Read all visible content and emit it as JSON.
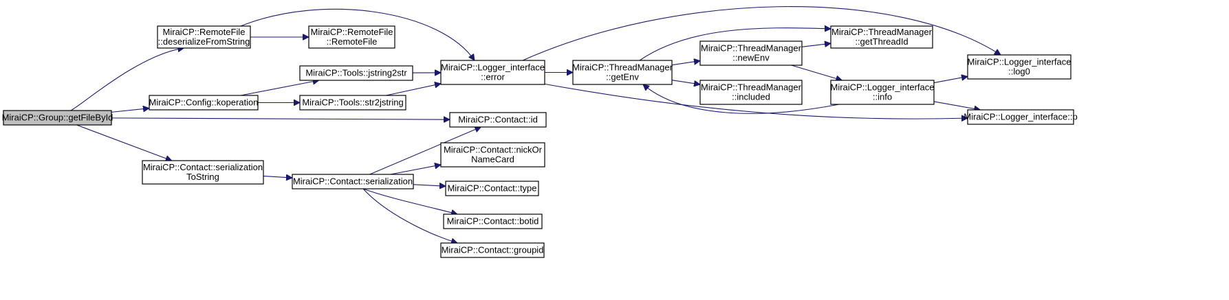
{
  "nodes": [
    {
      "id": "root",
      "lines": [
        "MiraiCP::Group::getFileById"
      ],
      "root": true
    },
    {
      "id": "deserialize",
      "lines": [
        "MiraiCP::RemoteFile",
        "::deserializeFromString"
      ]
    },
    {
      "id": "remotefile",
      "lines": [
        "MiraiCP::RemoteFile",
        "::RemoteFile"
      ]
    },
    {
      "id": "koperation",
      "lines": [
        "MiraiCP::Config::koperation"
      ]
    },
    {
      "id": "jstring2str",
      "lines": [
        "MiraiCP::Tools::jstring2str"
      ]
    },
    {
      "id": "str2jstring",
      "lines": [
        "MiraiCP::Tools::str2jstring"
      ]
    },
    {
      "id": "error",
      "lines": [
        "MiraiCP::Logger_interface",
        "::error"
      ]
    },
    {
      "id": "getEnv",
      "lines": [
        "MiraiCP::ThreadManager",
        "::getEnv"
      ]
    },
    {
      "id": "newEnv",
      "lines": [
        "MiraiCP::ThreadManager",
        "::newEnv"
      ]
    },
    {
      "id": "getThreadId",
      "lines": [
        "MiraiCP::ThreadManager",
        "::getThreadId"
      ]
    },
    {
      "id": "included",
      "lines": [
        "MiraiCP::ThreadManager",
        "::included"
      ]
    },
    {
      "id": "info",
      "lines": [
        "MiraiCP::Logger_interface",
        "::info"
      ]
    },
    {
      "id": "log0",
      "lines": [
        "MiraiCP::Logger_interface",
        "::log0"
      ]
    },
    {
      "id": "p",
      "lines": [
        "MiraiCP::Logger_interface::p"
      ]
    },
    {
      "id": "cid",
      "lines": [
        "MiraiCP::Contact::id"
      ]
    },
    {
      "id": "nick",
      "lines": [
        "MiraiCP::Contact::nickOr",
        "NameCard"
      ]
    },
    {
      "id": "serToString",
      "lines": [
        "MiraiCP::Contact::serialization",
        "ToString"
      ]
    },
    {
      "id": "ser",
      "lines": [
        "MiraiCP::Contact::serialization"
      ]
    },
    {
      "id": "ctype",
      "lines": [
        "MiraiCP::Contact::type"
      ]
    },
    {
      "id": "botid",
      "lines": [
        "MiraiCP::Contact::botid"
      ]
    },
    {
      "id": "groupid",
      "lines": [
        "MiraiCP::Contact::groupid"
      ]
    }
  ],
  "edges": [
    [
      "root",
      "deserialize"
    ],
    [
      "root",
      "koperation"
    ],
    [
      "root",
      "cid"
    ],
    [
      "root",
      "serToString"
    ],
    [
      "deserialize",
      "remotefile"
    ],
    [
      "deserialize",
      "error"
    ],
    [
      "koperation",
      "jstring2str"
    ],
    [
      "koperation",
      "str2jstring"
    ],
    [
      "jstring2str",
      "error"
    ],
    [
      "str2jstring",
      "error"
    ],
    [
      "error",
      "getEnv"
    ],
    [
      "error",
      "log0"
    ],
    [
      "error",
      "p"
    ],
    [
      "getEnv",
      "getThreadId"
    ],
    [
      "getEnv",
      "newEnv"
    ],
    [
      "getEnv",
      "included"
    ],
    [
      "newEnv",
      "getThreadId"
    ],
    [
      "newEnv",
      "info"
    ],
    [
      "info",
      "getEnv"
    ],
    [
      "info",
      "log0"
    ],
    [
      "info",
      "p"
    ],
    [
      "serToString",
      "ser"
    ],
    [
      "ser",
      "cid"
    ],
    [
      "ser",
      "nick"
    ],
    [
      "ser",
      "ctype"
    ],
    [
      "ser",
      "botid"
    ],
    [
      "ser",
      "groupid"
    ]
  ]
}
